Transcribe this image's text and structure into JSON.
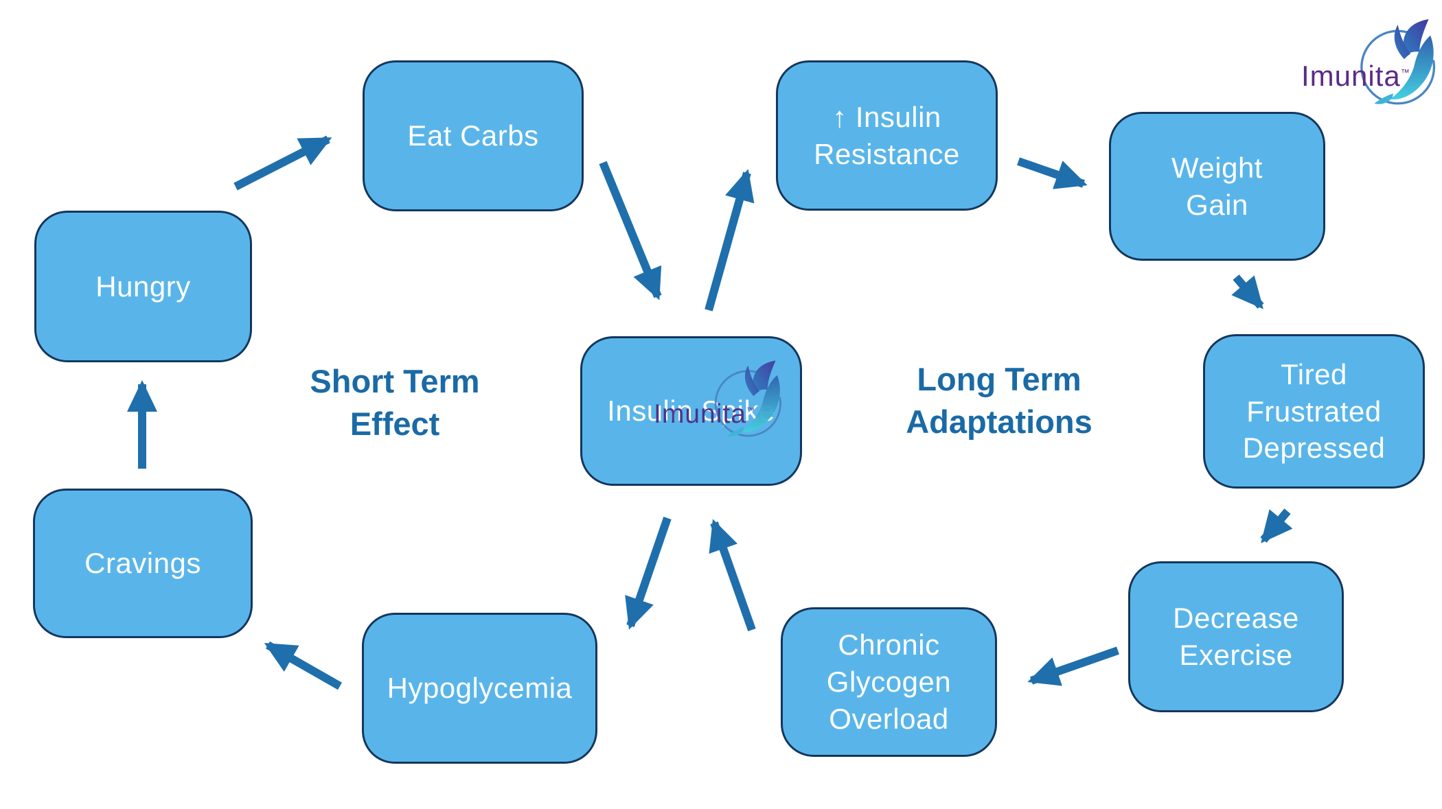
{
  "colors": {
    "box_fill": "#59b5e9",
    "box_border": "#14365e",
    "box_text": "#ffffff",
    "arrow": "#1f6fac",
    "side_label_text": "#1a6aa6",
    "logo_purple": "#5b2b87"
  },
  "nodes": {
    "eat_carbs": {
      "label": "Eat Carbs"
    },
    "hungry": {
      "label": "Hungry"
    },
    "cravings": {
      "label": "Cravings"
    },
    "hypoglycemia": {
      "label": "Hypoglycemia"
    },
    "insulin_spike": {
      "label": "Insulin Spike"
    },
    "insulin_resistance": {
      "label": "↑ Insulin\nResistance"
    },
    "weight_gain": {
      "label": "Weight\nGain"
    },
    "tired": {
      "label": "Tired\nFrustrated\nDepressed"
    },
    "decrease_exercise": {
      "label": "Decrease\nExercise"
    },
    "chronic_glycogen": {
      "label": "Chronic\nGlycogen\nOverload"
    }
  },
  "labels": {
    "short_term": "Short Term\nEffect",
    "long_term": "Long Term\nAdaptations"
  },
  "edges": [
    {
      "from": "hungry",
      "to": "eat_carbs"
    },
    {
      "from": "eat_carbs",
      "to": "insulin_spike"
    },
    {
      "from": "insulin_spike",
      "to": "insulin_resistance"
    },
    {
      "from": "insulin_resistance",
      "to": "weight_gain"
    },
    {
      "from": "weight_gain",
      "to": "tired"
    },
    {
      "from": "tired",
      "to": "decrease_exercise"
    },
    {
      "from": "decrease_exercise",
      "to": "chronic_glycogen"
    },
    {
      "from": "chronic_glycogen",
      "to": "insulin_spike"
    },
    {
      "from": "insulin_spike",
      "to": "hypoglycemia"
    },
    {
      "from": "hypoglycemia",
      "to": "cravings"
    },
    {
      "from": "cravings",
      "to": "hungry"
    }
  ],
  "logo": {
    "text": "Imunita",
    "tm": "™"
  },
  "watermark": {
    "text": "Imunita",
    "tm": "™"
  }
}
